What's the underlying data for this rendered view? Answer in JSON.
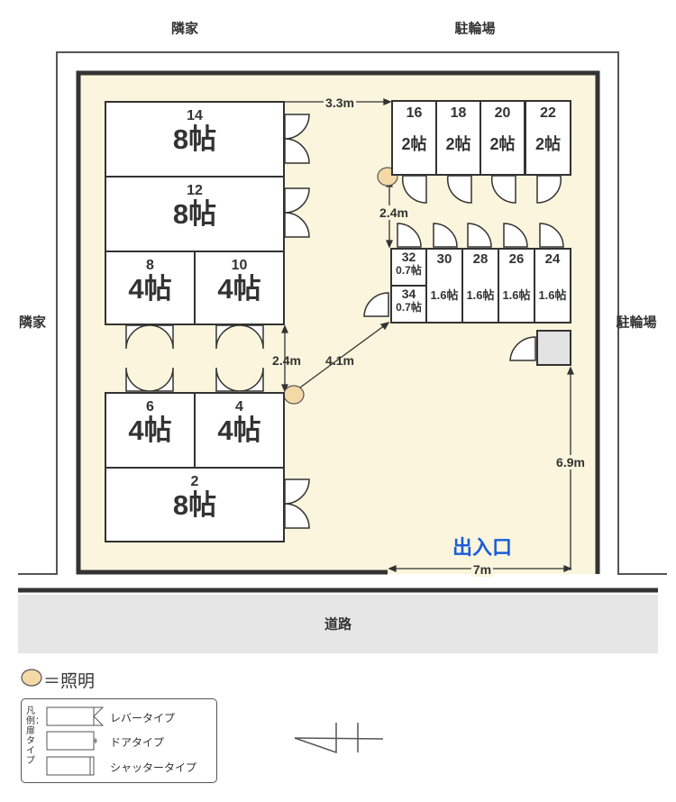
{
  "neighbors": {
    "top_left": "隣家",
    "top_right": "駐輪場",
    "left": "隣家",
    "right": "駐輪場"
  },
  "road": "道路",
  "entrance": "出入口",
  "colors": {
    "floor": "#faf5dc",
    "wall": "#333333",
    "entrance": "#1a5cdc",
    "light": "#f2d9a6",
    "road": "#e6e6e6"
  },
  "units": [
    {
      "no": "14",
      "size": "8帖"
    },
    {
      "no": "12",
      "size": "8帖"
    },
    {
      "no": "8",
      "size": "4帖"
    },
    {
      "no": "10",
      "size": "4帖"
    },
    {
      "no": "6",
      "size": "4帖"
    },
    {
      "no": "4",
      "size": "4帖"
    },
    {
      "no": "2",
      "size": "8帖"
    },
    {
      "no": "16",
      "size": "2帖"
    },
    {
      "no": "18",
      "size": "2帖"
    },
    {
      "no": "20",
      "size": "2帖"
    },
    {
      "no": "22",
      "size": "2帖"
    },
    {
      "no": "32",
      "size": "0.7帖"
    },
    {
      "no": "34",
      "size": "0.7帖"
    },
    {
      "no": "30",
      "size": "1.6帖"
    },
    {
      "no": "28",
      "size": "1.6帖"
    },
    {
      "no": "26",
      "size": "1.6帖"
    },
    {
      "no": "24",
      "size": "1.6帖"
    }
  ],
  "dimensions": {
    "top_gap": "3.3m",
    "right_aisle": "2.4m",
    "left_aisle": "2.4m",
    "diagonal": "4.1m",
    "entrance_depth": "6.9m",
    "entrance_width": "7m"
  },
  "legend": {
    "light_label": "＝照明",
    "title": "凡例：扉タイプ",
    "lever": "レバータイプ",
    "door": "ドアタイプ",
    "shutter": "シャッタータイプ"
  }
}
